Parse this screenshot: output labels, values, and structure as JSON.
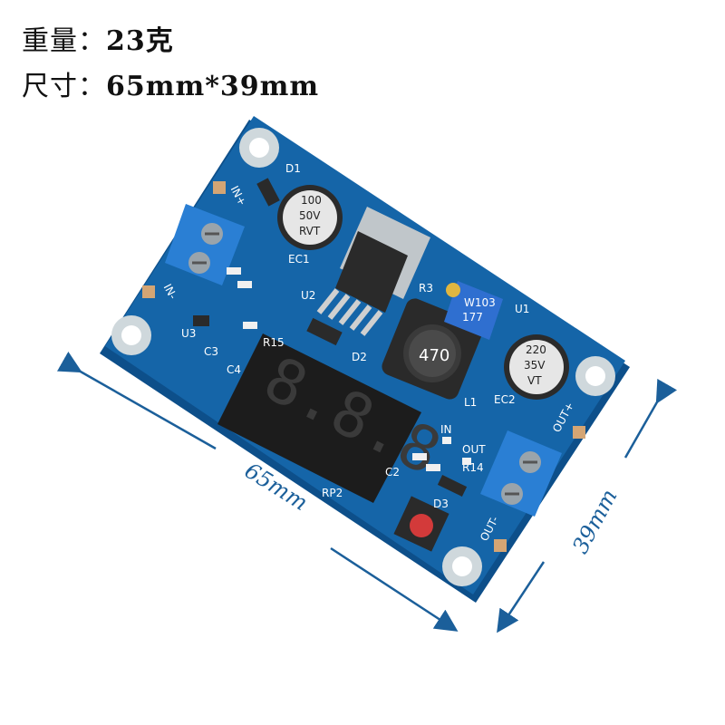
{
  "specs": {
    "weight_label": "重量：",
    "weight_value": "23克",
    "size_label": "尺寸：",
    "size_value": "65mm*39mm"
  },
  "dimensions": {
    "length": "65mm",
    "width": "39mm"
  },
  "board": {
    "display_digits": "8.8.8",
    "inductor_marking": "470",
    "cap1_marking": [
      "100",
      "50V",
      "RVT"
    ],
    "cap2_marking": [
      "220",
      "35V",
      "VT"
    ],
    "pot_marking": "W103",
    "pot_code": "177",
    "labels": {
      "in_plus": "IN+",
      "in_minus": "IN-",
      "out_plus": "OUT+",
      "out_minus": "OUT-",
      "ec1": "EC1",
      "ec2": "EC2",
      "l1": "L1",
      "u1": "U1",
      "u2": "U2",
      "u3": "U3",
      "d1": "D1",
      "d2": "D2",
      "d3": "D3",
      "r3": "R3",
      "r14": "R14",
      "r15": "R15",
      "rp2": "RP2",
      "c3": "C3",
      "c4": "C4",
      "c2": "C2",
      "led_in": "IN",
      "led_out": "OUT"
    }
  },
  "colors": {
    "pcb": "#1565a8",
    "pcb_edge": "#0d4f8a",
    "terminal": "#2a7fd4",
    "dimension": "#1b5f9a"
  }
}
